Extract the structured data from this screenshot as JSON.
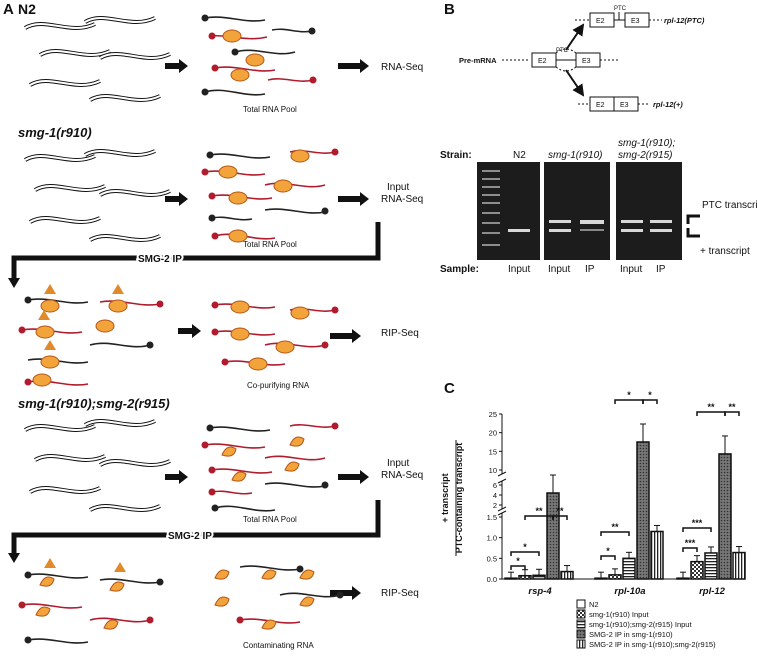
{
  "panelA": {
    "panel_label": "A",
    "n2_title": "N2",
    "smg1_title": "smg-1(r910)",
    "double_title": "smg-1(r910);smg-2(r915)",
    "smg2_label": "SMG-2",
    "pool_caption": "Total RNA Pool",
    "rnaseq": "RNA-Seq",
    "input_rnaseq_line1": "Input",
    "input_rnaseq_line2": "RNA-Seq",
    "smg2_ip": "SMG-2 IP",
    "ripseq": "RIP-Seq",
    "copurifying": "Co-purifying RNA",
    "contaminating": "Contaminating RNA"
  },
  "panelB": {
    "panel_label": "B",
    "premrna": "Pre-mRNA",
    "exon2": "E2",
    "exon3": "E3",
    "ptc": "PTC",
    "iso_ptc": "rpl-12(PTC)",
    "iso_plus": "rpl-12(+)",
    "strain_label": "Strain:",
    "sample_label": "Sample:",
    "strain_n2": "N2",
    "strain_smg1": "smg-1(r910)",
    "strain_double_l1": "smg-1(r910);",
    "strain_double_l2": "smg-2(r915)",
    "samples": [
      "Input",
      "Input",
      "IP",
      "Input",
      "IP"
    ],
    "ptc_transcript": "PTC transcript",
    "plus_transcript": "+ transcript"
  },
  "panelC": {
    "panel_label": "C"
  },
  "chart_data": {
    "type": "bar",
    "ylabel_line1": "PTC-containing transcript",
    "ylabel_line2": "+ transcript",
    "categories": [
      "rsp-4",
      "rpl-10a",
      "rpl-12"
    ],
    "yticks": [
      "0.0",
      "0.5",
      "1.0",
      "1.5",
      "2",
      "4",
      "6",
      "10",
      "15",
      "20",
      "25"
    ],
    "broken_axis": true,
    "series": [
      {
        "name": "N2",
        "values": [
          0.02,
          0.02,
          0.02
        ],
        "pattern": "white"
      },
      {
        "name": "smg-1(r910) Input",
        "values": [
          0.08,
          0.1,
          0.42
        ],
        "pattern": "checker"
      },
      {
        "name": "smg-1(r910);smg-2(r915) Input",
        "values": [
          0.09,
          0.5,
          0.63
        ],
        "pattern": "hstripe"
      },
      {
        "name": "SMG-2 IP in smg-1(r910)",
        "values": [
          4.4,
          17.5,
          14.3
        ],
        "pattern": "dots"
      },
      {
        "name": "SMG-2 IP in smg-1(r910);smg-2(r915)",
        "values": [
          0.18,
          1.15,
          0.64
        ],
        "pattern": "vstripe"
      }
    ],
    "significance": [
      {
        "category": "rsp-4",
        "label": "*"
      },
      {
        "category": "rsp-4",
        "label": "*"
      },
      {
        "category": "rsp-4",
        "label": "**"
      },
      {
        "category": "rsp-4",
        "label": "**"
      },
      {
        "category": "rpl-10a",
        "label": "*"
      },
      {
        "category": "rpl-10a",
        "label": "**"
      },
      {
        "category": "rpl-10a",
        "label": "*"
      },
      {
        "category": "rpl-10a",
        "label": "*"
      },
      {
        "category": "rpl-12",
        "label": "***"
      },
      {
        "category": "rpl-12",
        "label": "***"
      },
      {
        "category": "rpl-12",
        "label": "**"
      },
      {
        "category": "rpl-12",
        "label": "**"
      }
    ]
  }
}
